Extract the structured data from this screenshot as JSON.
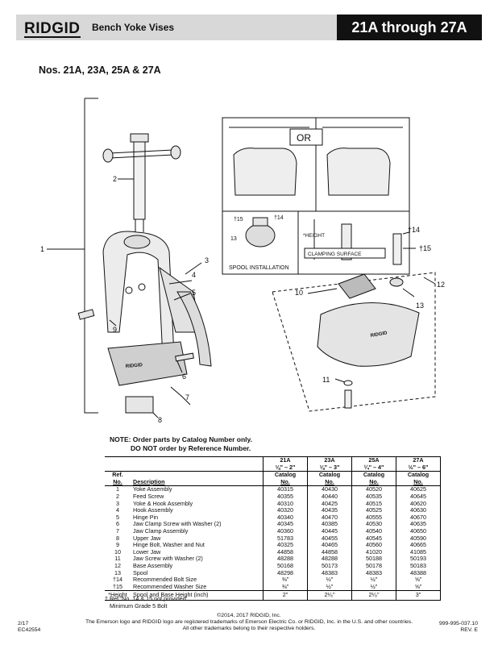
{
  "header": {
    "brand": "RIDGID",
    "product": "Bench Yoke Vises",
    "models": "21A through 27A"
  },
  "subtitle": "Nos. 21A, 23A, 25A & 27A",
  "diagram": {
    "callouts": [
      "1",
      "2",
      "3",
      "4",
      "5",
      "6",
      "7",
      "8",
      "9",
      "10",
      "11",
      "12",
      "13",
      "†14",
      "†15"
    ],
    "or_label": "OR",
    "spool_label": "SPOOL INSTALLATION",
    "height_label": "*HEIGHT",
    "clamping_label": "CLAMPING SURFACE",
    "jaw_text": "RIDGID"
  },
  "note": {
    "line1": "NOTE: Order parts by Catalog Number only.",
    "line2": "DO NOT order by Reference Number."
  },
  "table": {
    "models": [
      {
        "name": "21A",
        "range": "⅛\" – 2\""
      },
      {
        "name": "23A",
        "range": "⅛\" – 3\""
      },
      {
        "name": "25A",
        "range": "¼\" – 4\""
      },
      {
        "name": "27A",
        "range": "½\" – 6\""
      }
    ],
    "ref_label": "Ref.",
    "no_label": "No.",
    "desc_label": "Description",
    "catalog_label": "Catalog",
    "rows": [
      {
        "ref": "1",
        "desc": "Yoke Assembly",
        "vals": [
          "40315",
          "40430",
          "40520",
          "40625"
        ]
      },
      {
        "ref": "2",
        "desc": "Feed Screw",
        "vals": [
          "40355",
          "40440",
          "40535",
          "40645"
        ]
      },
      {
        "ref": "3",
        "desc": "Yoke & Hook Assembly",
        "vals": [
          "40310",
          "40425",
          "40515",
          "40620"
        ]
      },
      {
        "ref": "4",
        "desc": "Hook Assembly",
        "vals": [
          "40320",
          "40435",
          "40525",
          "40630"
        ]
      },
      {
        "ref": "5",
        "desc": "Hinge Pin",
        "vals": [
          "40340",
          "40470",
          "40555",
          "40670"
        ]
      },
      {
        "ref": "6",
        "desc": "Jaw Clamp Screw with Washer (2)",
        "vals": [
          "40345",
          "40385",
          "40530",
          "40635"
        ]
      },
      {
        "ref": "7",
        "desc": "Jaw Clamp Assembly",
        "vals": [
          "40360",
          "40445",
          "40540",
          "40650"
        ]
      },
      {
        "ref": "8",
        "desc": "Upper Jaw",
        "vals": [
          "51783",
          "40455",
          "40545",
          "40590"
        ]
      },
      {
        "ref": "9",
        "desc": "Hinge Bolt, Washer and Nut",
        "vals": [
          "40325",
          "40465",
          "40560",
          "40665"
        ]
      },
      {
        "ref": "10",
        "desc": "Lower Jaw",
        "vals": [
          "44858",
          "44858",
          "41020",
          "41085"
        ]
      },
      {
        "ref": "11",
        "desc": "Jaw Screw with Washer (2)",
        "vals": [
          "48288",
          "48288",
          "50188",
          "50193"
        ]
      },
      {
        "ref": "12",
        "desc": "Base Assembly",
        "vals": [
          "50168",
          "50173",
          "50178",
          "50183"
        ]
      },
      {
        "ref": "13",
        "desc": "Spool",
        "vals": [
          "48298",
          "48383",
          "48383",
          "48388"
        ]
      },
      {
        "ref": "†14",
        "desc": "Recommended Bolt Size",
        "vals": [
          "⅜\"",
          "½\"",
          "½\"",
          "⅝\""
        ]
      },
      {
        "ref": "†15",
        "desc": "Recommended Washer Size",
        "vals": [
          "⅜\"",
          "½\"",
          "½\"",
          "⅝\""
        ]
      }
    ],
    "footer": {
      "ref": "*Height",
      "desc": "Spool and Base Height (inch)",
      "vals": [
        "2\"",
        "2¹⁄₈\"",
        "2¹⁄₈\"",
        "3\""
      ]
    }
  },
  "footnote": {
    "line1": "† Ref. No. 14 & 15 not provided",
    "line2": "Minimum Grade 5 Bolt"
  },
  "footer": {
    "copyright": "©2014, 2017 RIDGID, Inc.",
    "trademark1": "The Emerson logo and RIDGID logo are registered trademarks of Emerson Electric Co. or RIDGID, Inc. in the U.S. and other countries.",
    "trademark2": "All other trademarks belong to their respective holders.",
    "date": "2/17",
    "code": "EC42554",
    "part_no": "999-995-037.10",
    "rev": "REV. E"
  }
}
